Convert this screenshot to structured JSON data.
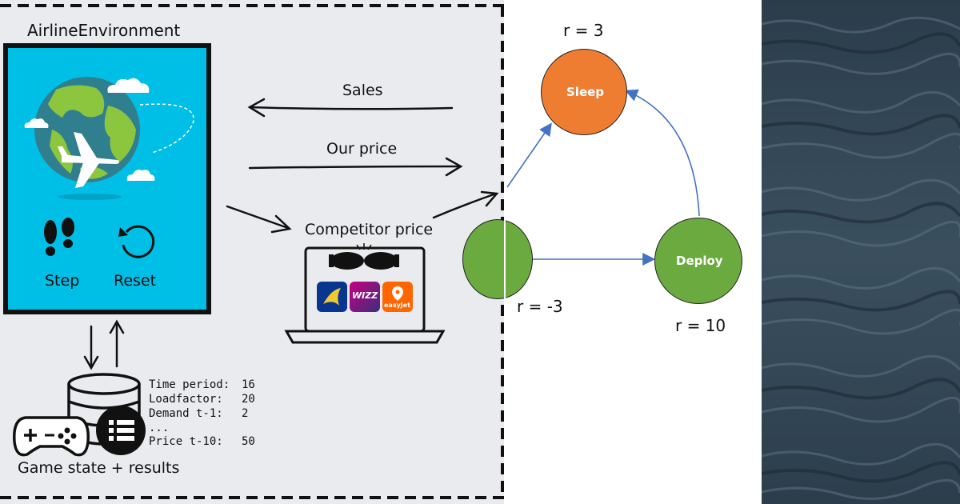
{
  "left": {
    "env_title": "AirlineEnvironment",
    "step_label": "Step",
    "reset_label": "Reset",
    "sales_label": "Sales",
    "our_price_label": "Our price",
    "competitor_label": "Competitor price",
    "logo_wizz": "WIZZ",
    "logo_easyjet": "easyJet",
    "state_caption": "Game state + results",
    "state_rows": [
      {
        "key": "Time period:",
        "value": "16"
      },
      {
        "key": "Loadfactor:",
        "value": "20"
      },
      {
        "key": "Demand t-1:",
        "value": "2"
      },
      {
        "key": "...",
        "value": ""
      },
      {
        "key": "Price t-10:",
        "value": "50"
      }
    ],
    "colors": {
      "screen": "#00bfe6",
      "frame": "#111111",
      "panel": "#e9ebee"
    }
  },
  "mdp": {
    "nodes": [
      {
        "name": "Sleep",
        "color": "#ee7d31"
      },
      {
        "name": "Deploy",
        "color": "#6aaa3f"
      },
      {
        "name": "",
        "color": "#6aaa3f"
      }
    ],
    "rewards": {
      "sleep": "r = 3",
      "deploy": "r = 10",
      "left": "r = -3"
    },
    "edge_color": "#4472c4"
  }
}
